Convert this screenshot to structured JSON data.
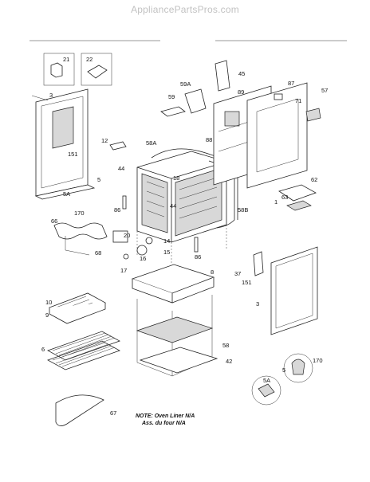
{
  "site": {
    "watermark": "AppliancePartsPros.com"
  },
  "parts": {
    "p3a": "3",
    "p21": "21",
    "p22": "22",
    "p151a": "151",
    "p5": "5",
    "p5Aa": "5A",
    "p170a": "170",
    "p66": "66",
    "p68": "68",
    "p12": "12",
    "p44a": "44",
    "p58A": "58A",
    "p88": "88",
    "p59": "59",
    "p59A": "59A",
    "p45": "45",
    "p89": "89",
    "p87": "87",
    "p71": "71",
    "p57": "57",
    "p18": "18",
    "p44b": "44",
    "p86a": "86",
    "p1": "1",
    "p62": "62",
    "p63": "63",
    "p58B": "58B",
    "p14": "14",
    "p20": "20",
    "p15": "15",
    "p16": "16",
    "p17": "17",
    "p86b": "86",
    "p37": "37",
    "p151b": "151",
    "p3b": "3",
    "p8": "8",
    "p10": "10",
    "p9": "9",
    "p6": "6",
    "p58": "58",
    "p42": "42",
    "p67": "67",
    "p5b": "5",
    "p5Ab": "5A",
    "p170b": "170"
  },
  "note": {
    "line1": "NOTE: Oven Liner N/A",
    "line2": "Ass. du four N/A"
  }
}
